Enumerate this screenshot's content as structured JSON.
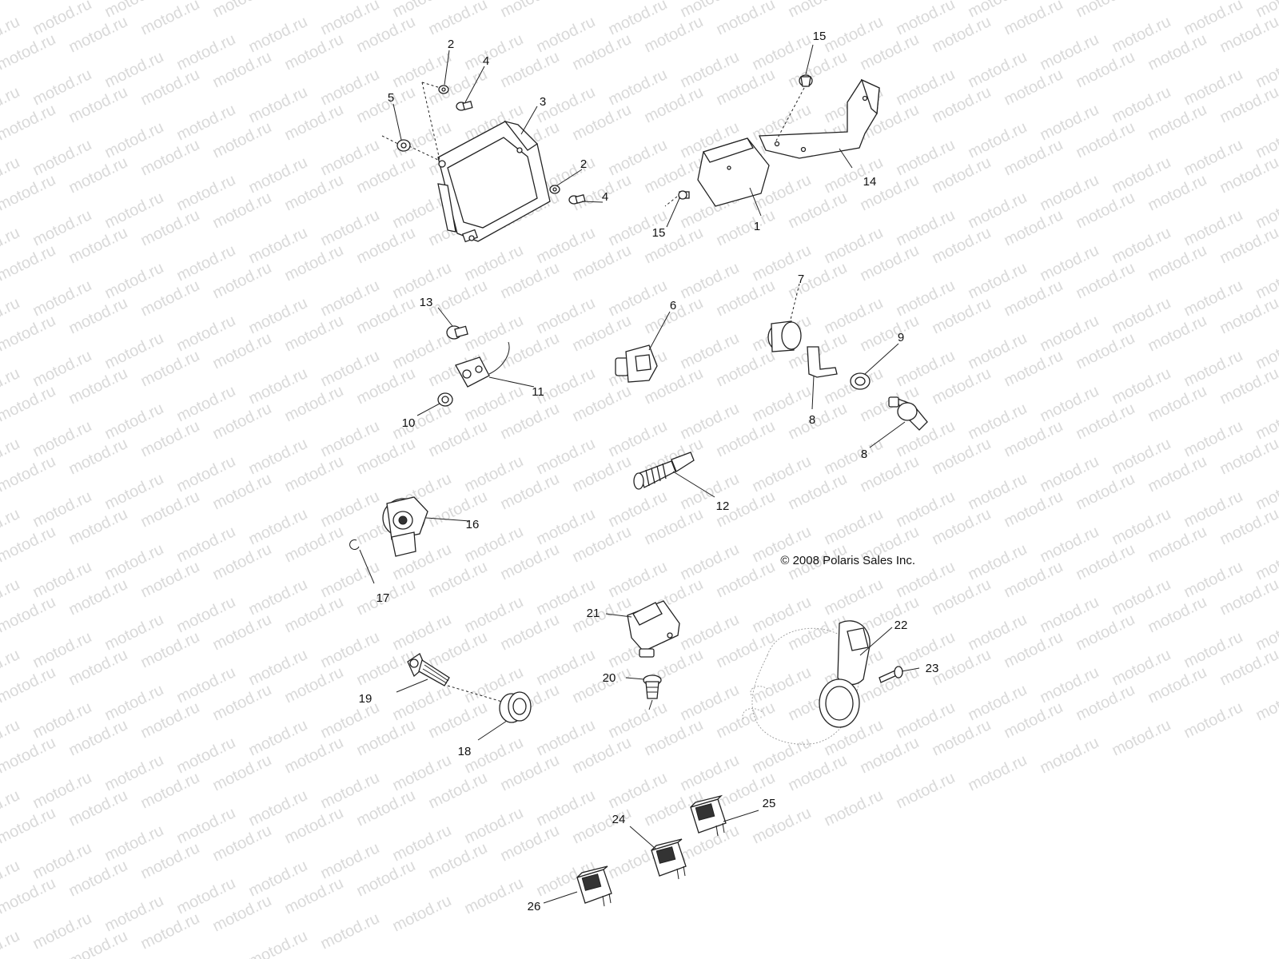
{
  "watermark": "motod.ru",
  "copyright": "© 2008 Polaris Sales Inc.",
  "callouts": {
    "c1": "1",
    "c2a": "2",
    "c2b": "2",
    "c3": "3",
    "c4a": "4",
    "c4b": "4",
    "c5": "5",
    "c6": "6",
    "c7": "7",
    "c8a": "8",
    "c8b": "8",
    "c9": "9",
    "c10": "10",
    "c11": "11",
    "c12": "12",
    "c13": "13",
    "c14": "14",
    "c15a": "15",
    "c15b": "15",
    "c16": "16",
    "c17": "17",
    "c18": "18",
    "c19": "19",
    "c20": "20",
    "c21": "21",
    "c22": "22",
    "c23": "23",
    "c24": "24",
    "c25": "25",
    "c26": "26"
  }
}
